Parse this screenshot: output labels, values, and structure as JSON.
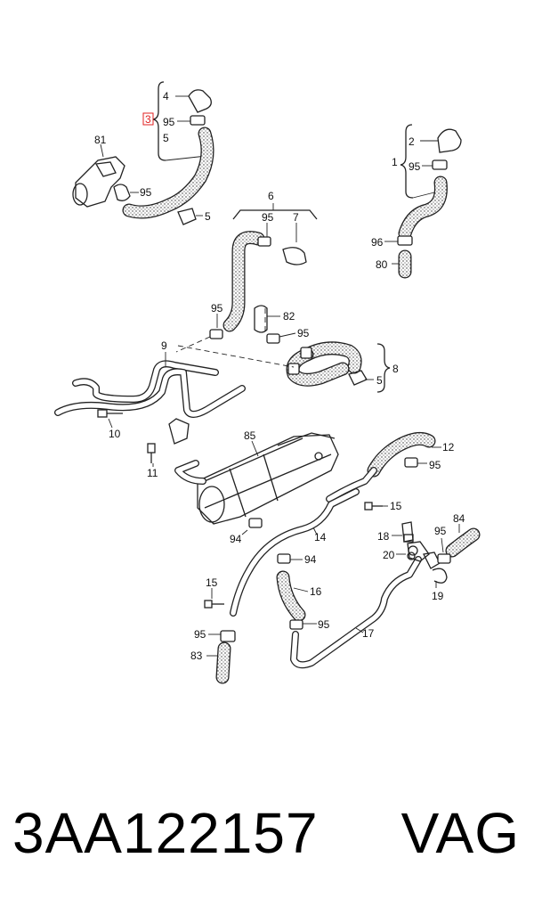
{
  "diagram": {
    "callouts": {
      "c4": "4",
      "c3": "3",
      "c95a": "95",
      "c5a": "5",
      "c81": "81",
      "c95b": "95",
      "c5b": "5",
      "c2": "2",
      "c1": "1",
      "c95c": "95",
      "c96": "96",
      "c80": "80",
      "c6": "6",
      "c95d": "95",
      "c7": "7",
      "c95e": "95",
      "c82": "82",
      "c95f": "95",
      "c8": "8",
      "c5c": "5",
      "c9": "9",
      "c10": "10",
      "c11": "11",
      "c85": "85",
      "c12": "12",
      "c95g": "95",
      "c15a": "15",
      "c94a": "94",
      "c14": "14",
      "c94b": "94",
      "c18": "18",
      "c20": "20",
      "c95h": "95",
      "c84": "84",
      "c19": "19",
      "c15b": "15",
      "c16": "16",
      "c95i": "95",
      "c17": "17",
      "c95j": "95",
      "c83": "83"
    },
    "highlight_color": "#e02020"
  },
  "footer": {
    "part_number": "3AA122157",
    "brand": "VAG"
  }
}
